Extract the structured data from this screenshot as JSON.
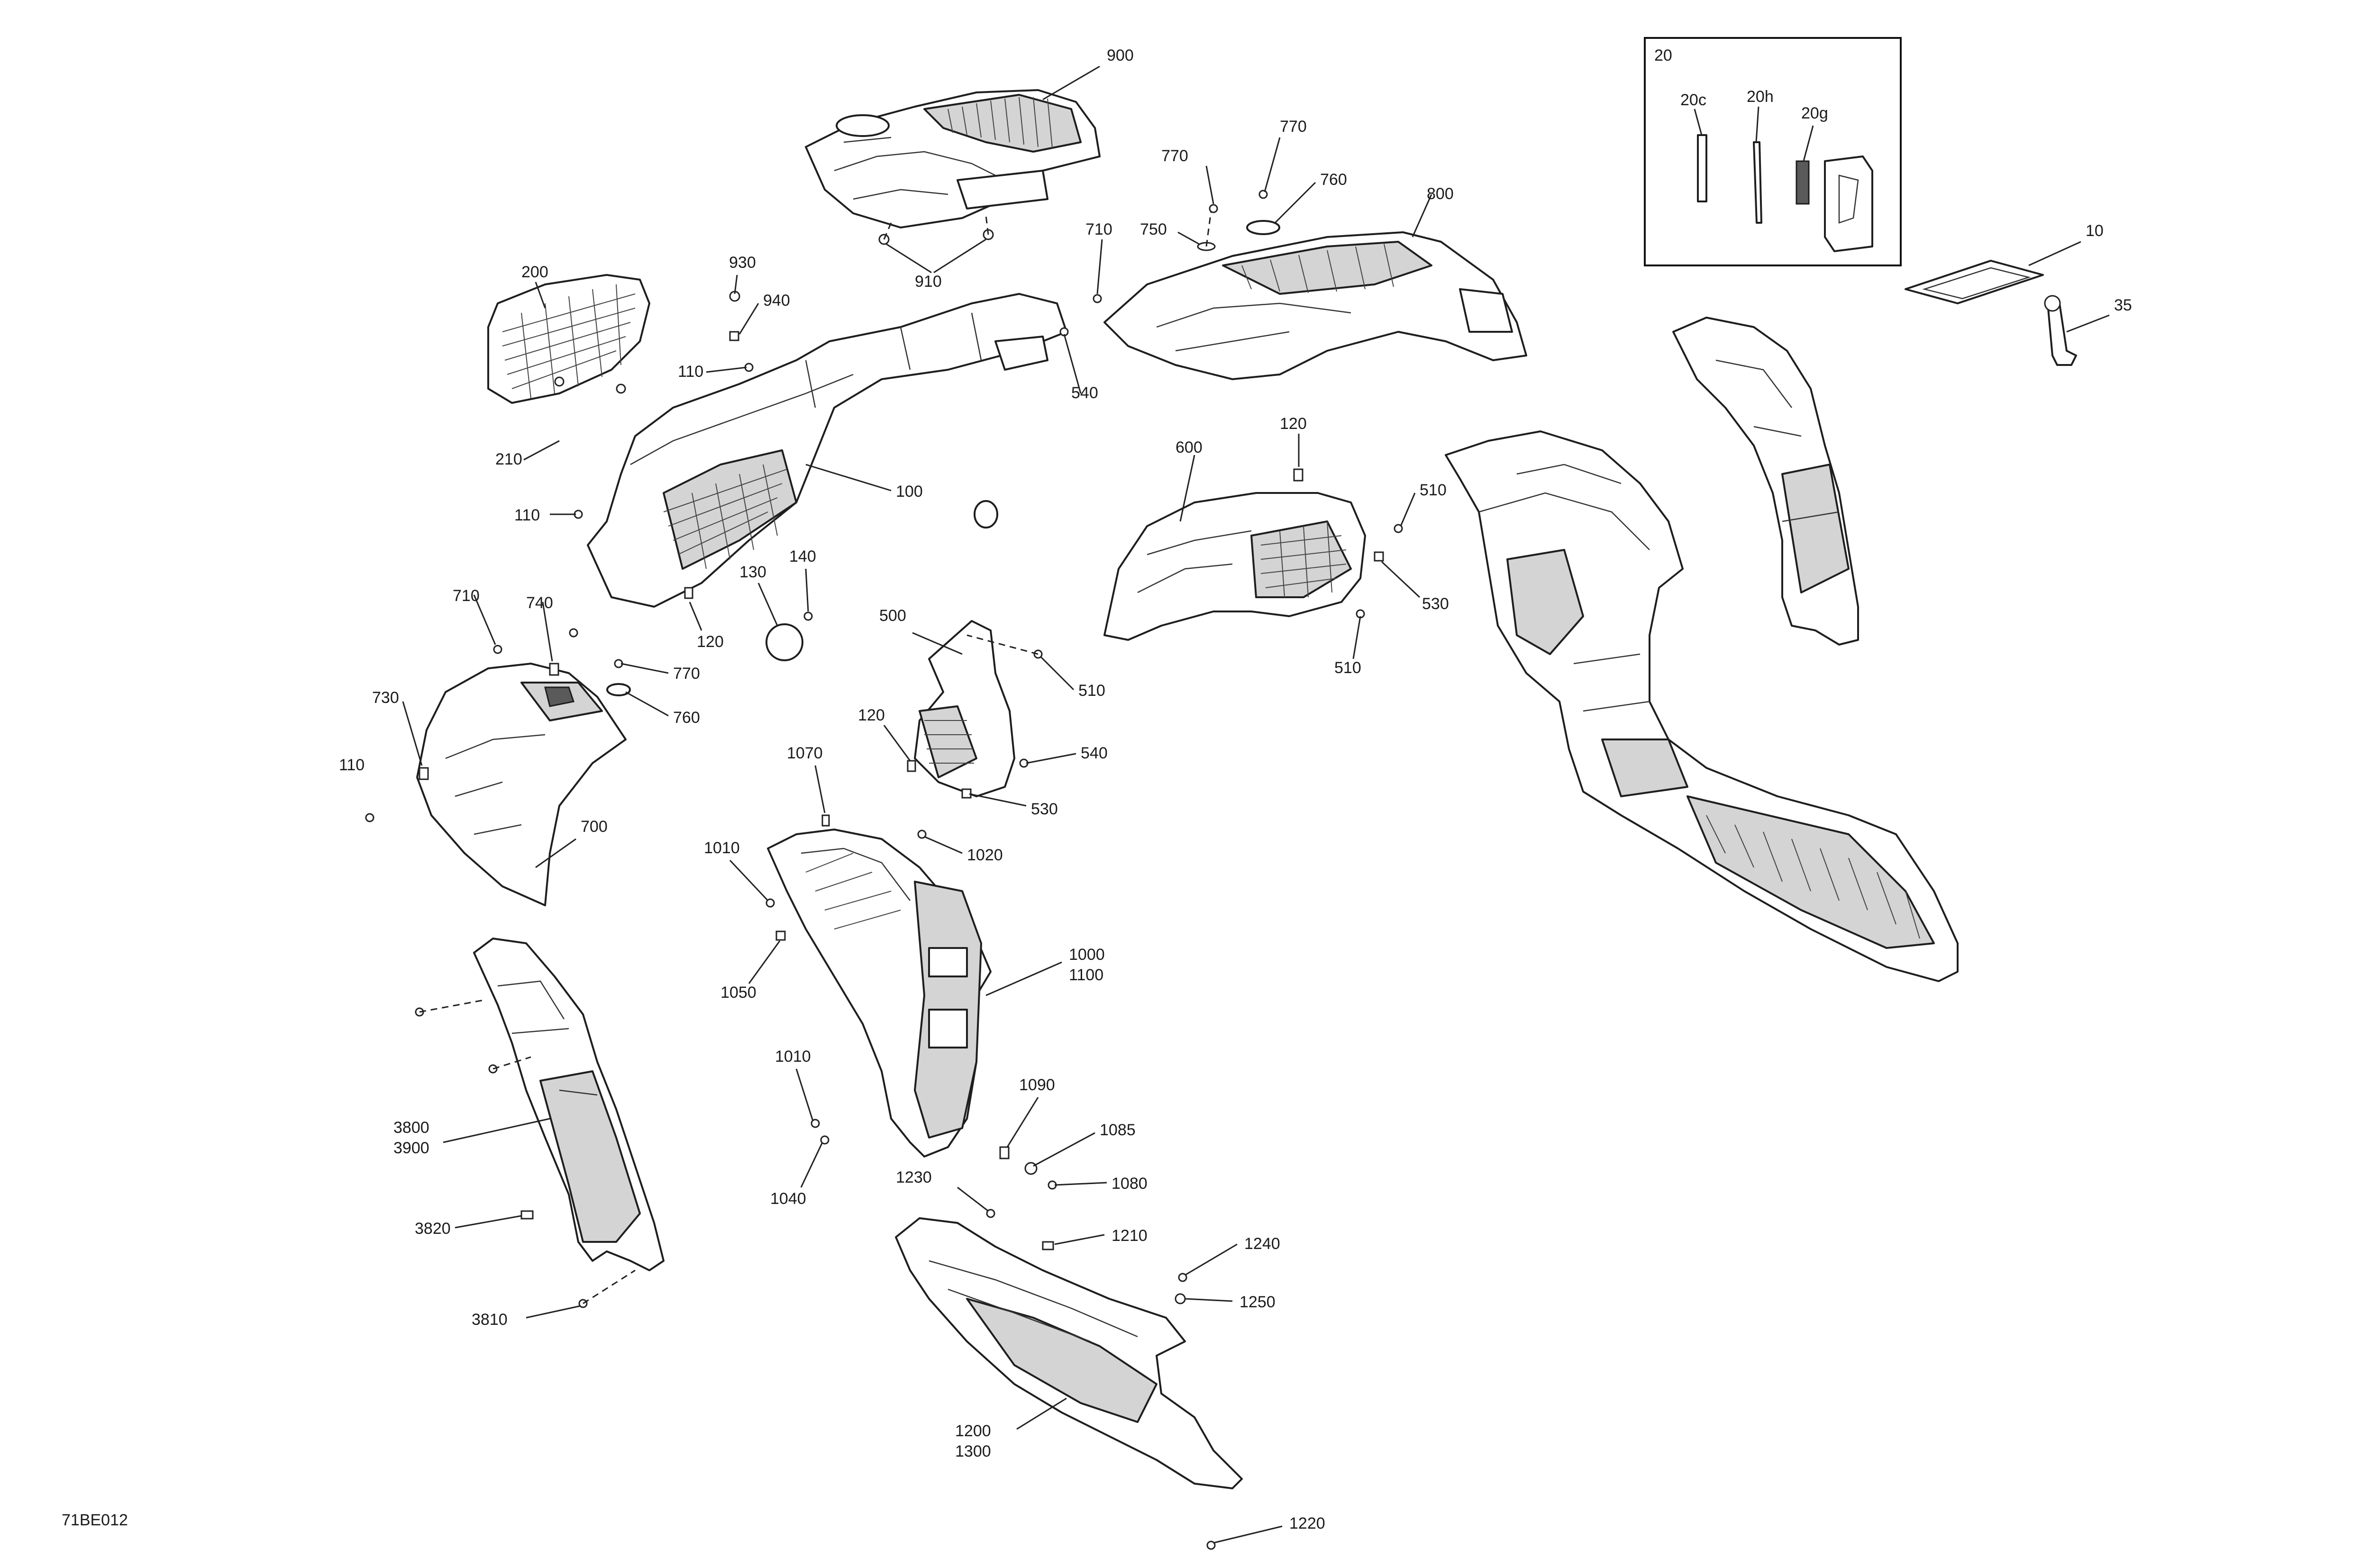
{
  "drawing_id": "71BE012",
  "kit_label": "20",
  "callouts": [
    {
      "id": "900"
    },
    {
      "id": "910"
    },
    {
      "id": "930"
    },
    {
      "id": "940"
    },
    {
      "id": "200"
    },
    {
      "id": "210"
    },
    {
      "id": "110a",
      "text": "110"
    },
    {
      "id": "110b",
      "text": "110"
    },
    {
      "id": "110c",
      "text": "110"
    },
    {
      "id": "100"
    },
    {
      "id": "540a",
      "text": "540"
    },
    {
      "id": "540b",
      "text": "540"
    },
    {
      "id": "130"
    },
    {
      "id": "140"
    },
    {
      "id": "120a",
      "text": "120"
    },
    {
      "id": "120b",
      "text": "120"
    },
    {
      "id": "120c",
      "text": "120"
    },
    {
      "id": "710a",
      "text": "710"
    },
    {
      "id": "710b",
      "text": "710"
    },
    {
      "id": "740"
    },
    {
      "id": "730"
    },
    {
      "id": "770a",
      "text": "770"
    },
    {
      "id": "770b",
      "text": "770"
    },
    {
      "id": "770c",
      "text": "770"
    },
    {
      "id": "760a",
      "text": "760"
    },
    {
      "id": "760b",
      "text": "760"
    },
    {
      "id": "750"
    },
    {
      "id": "700"
    },
    {
      "id": "800"
    },
    {
      "id": "600"
    },
    {
      "id": "510a",
      "text": "510"
    },
    {
      "id": "510b",
      "text": "510"
    },
    {
      "id": "510c",
      "text": "510"
    },
    {
      "id": "530a",
      "text": "530"
    },
    {
      "id": "530b",
      "text": "530"
    },
    {
      "id": "500"
    },
    {
      "id": "1070"
    },
    {
      "id": "1020"
    },
    {
      "id": "1010a",
      "text": "1010"
    },
    {
      "id": "1010b",
      "text": "1010"
    },
    {
      "id": "1050"
    },
    {
      "id": "1000"
    },
    {
      "id": "1100"
    },
    {
      "id": "1040"
    },
    {
      "id": "1090"
    },
    {
      "id": "1085"
    },
    {
      "id": "1080"
    },
    {
      "id": "1230"
    },
    {
      "id": "1210"
    },
    {
      "id": "1240"
    },
    {
      "id": "1250"
    },
    {
      "id": "1200"
    },
    {
      "id": "1300"
    },
    {
      "id": "1220"
    },
    {
      "id": "3800"
    },
    {
      "id": "3900"
    },
    {
      "id": "3820"
    },
    {
      "id": "3810"
    },
    {
      "id": "10"
    },
    {
      "id": "35"
    },
    {
      "id": "20c"
    },
    {
      "id": "20h"
    },
    {
      "id": "20g"
    }
  ]
}
